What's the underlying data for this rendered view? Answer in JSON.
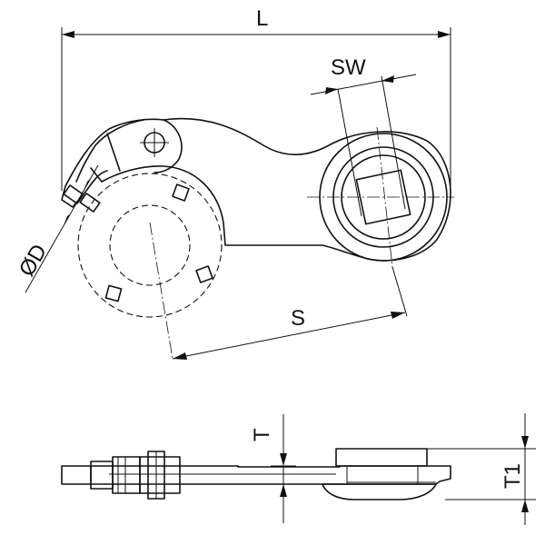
{
  "labels": {
    "length": "L",
    "wrench_size": "SW",
    "diameter": "ØD",
    "spacing": "S",
    "thickness": "T",
    "thickness_total": "T1"
  }
}
